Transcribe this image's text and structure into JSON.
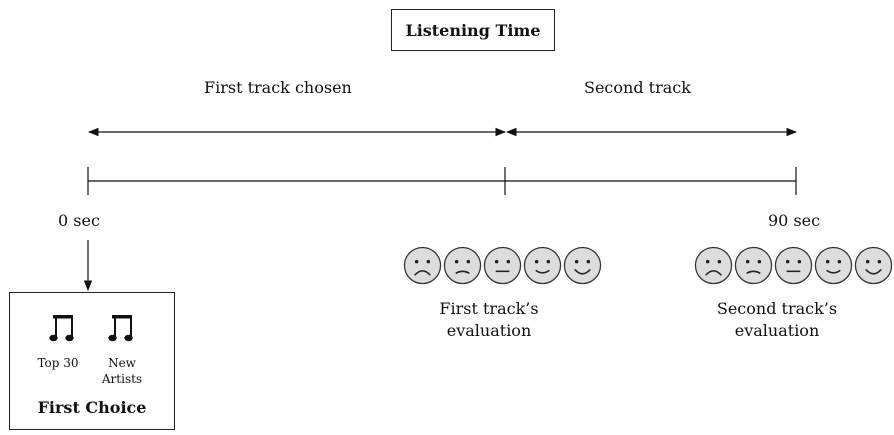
{
  "title": "Listening Time",
  "segments": {
    "first": "First track chosen",
    "second": "Second track"
  },
  "timeline": {
    "start_label": "0 sec",
    "end_label": "90 sec"
  },
  "evaluations": {
    "first": [
      "First track’s",
      "evaluation"
    ],
    "second": [
      "Second track’s",
      "evaluation"
    ],
    "faces": [
      "very-sad-face-icon",
      "sad-face-icon",
      "neutral-face-icon",
      "happy-face-icon",
      "very-happy-face-icon"
    ]
  },
  "first_choice": {
    "heading": "First Choice",
    "options": [
      {
        "label_lines": [
          "Top 30"
        ],
        "icon": "music-note-icon"
      },
      {
        "label_lines": [
          "New",
          "Artists"
        ],
        "icon": "music-note-icon"
      }
    ]
  }
}
